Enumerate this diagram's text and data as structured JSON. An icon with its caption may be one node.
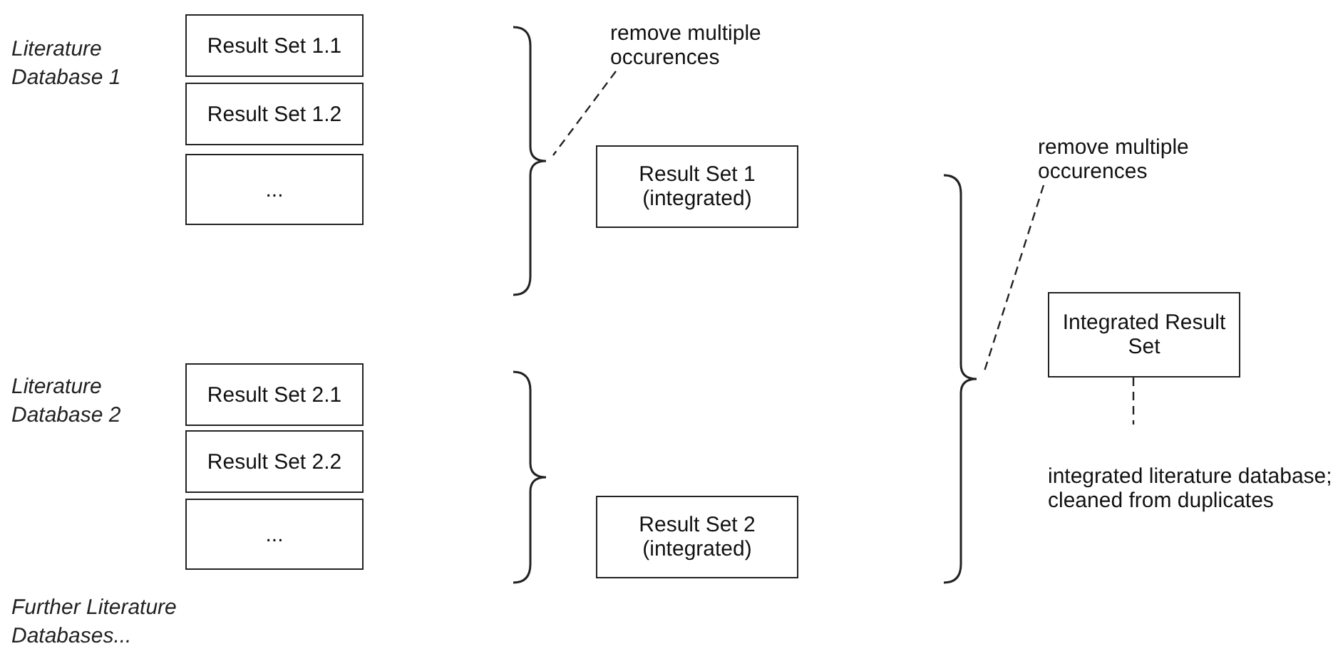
{
  "diagram": {
    "nodes": [
      {
        "text": [
          "Result Set 1.1"
        ]
      },
      {
        "text": [
          "Result Set 1.2"
        ]
      },
      {
        "text": [
          "..."
        ]
      },
      {
        "text": [
          "Result Set 1 (integrated)"
        ]
      },
      {
        "text": [
          "Result Set 2.1"
        ]
      },
      {
        "text": [
          "Result Set 2.2"
        ]
      },
      {
        "text": [
          "..."
        ]
      },
      {
        "text": [
          "Result Set 2 (integrated)"
        ]
      },
      {
        "text": [
          "Integrated Result Set"
        ]
      },
      {
        "text": [
          "remove multiple occurences"
        ]
      },
      {
        "text": [
          "remove multiple occurences"
        ]
      },
      {
        "text": [
          "integrated literature database; cleaned from duplicates"
        ]
      },
      {
        "text": [],
        "shape": "brace"
      },
      {
        "text": [],
        "shape": "brace"
      },
      {
        "text": [],
        "shape": "brace"
      }
    ],
    "edges": [
      {
        "from": 9,
        "to": 12,
        "arrow": "none",
        "style": "dashed"
      },
      {
        "from": 10,
        "to": 14,
        "arrow": "none",
        "style": "dashed"
      },
      {
        "from": 8,
        "to": 11,
        "arrow": "none",
        "style": "dashed"
      }
    ],
    "labels": [
      "Literature Database 1",
      "Literature Database 2",
      "Further Literature Databases..."
    ]
  }
}
